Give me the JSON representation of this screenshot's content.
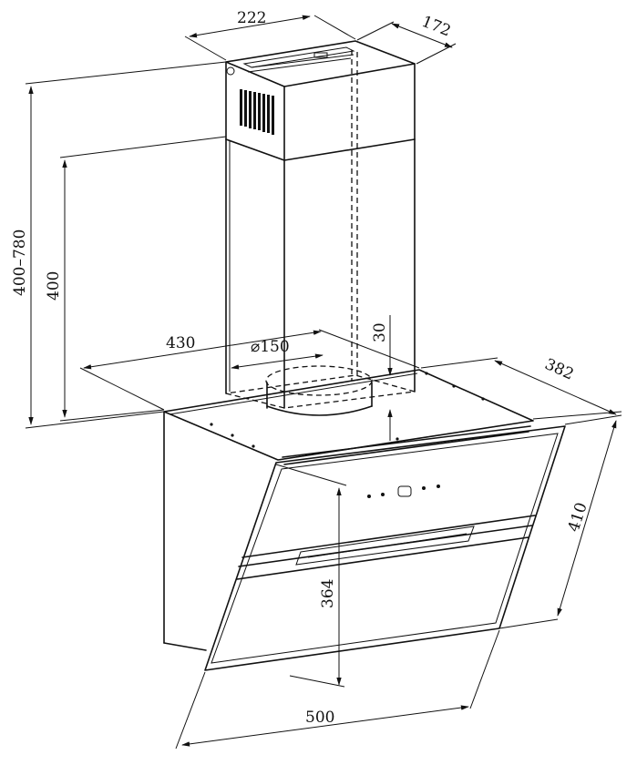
{
  "dimensions": {
    "chimney_width": "222",
    "chimney_depth": "172",
    "height_range": "400–780",
    "chimney_height": "400",
    "top_width": "430",
    "duct_diameter": "⌀150",
    "duct_offset": "30",
    "body_depth": "382",
    "panel_height": "410",
    "vertical_height": "364",
    "bottom_width": "500"
  },
  "colors": {
    "line": "#111111",
    "background": "#ffffff"
  }
}
